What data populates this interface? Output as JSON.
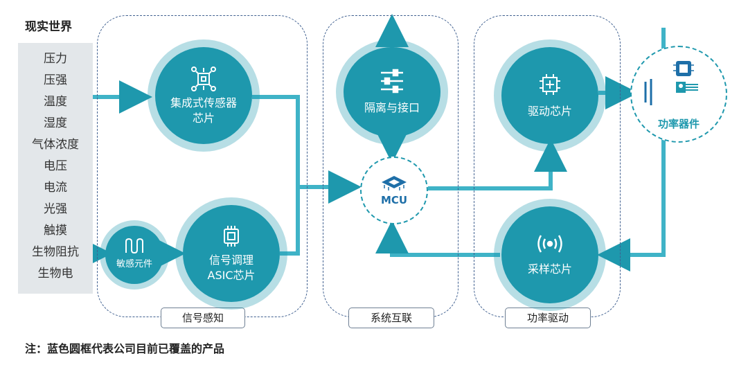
{
  "real_world": {
    "title": "现实世界",
    "items": [
      "压力",
      "压强",
      "温度",
      "湿度",
      "气体浓度",
      "电压",
      "电流",
      "光强",
      "触摸",
      "生物阻抗",
      "生物电"
    ]
  },
  "groups": {
    "sensing": "信号感知",
    "interconnect": "系统互联",
    "power_drive": "功率驱动"
  },
  "nodes": {
    "integrated_sensor": "集成式传感器芯片",
    "sensitive_element": "敏感元件",
    "signal_conditioning_1": "信号调理",
    "signal_conditioning_2": "ASIC芯片",
    "isolation": "隔离与接口",
    "mcu": "MCU",
    "driver": "驱动芯片",
    "sampling": "采样芯片",
    "power_device": "功率器件"
  },
  "colors": {
    "circle": "#1e98ad",
    "line": "#3fb3c7",
    "dashed_border": "#3f5f8f"
  },
  "note": "注：蓝色圆框代表公司目前已覆盖的产品"
}
